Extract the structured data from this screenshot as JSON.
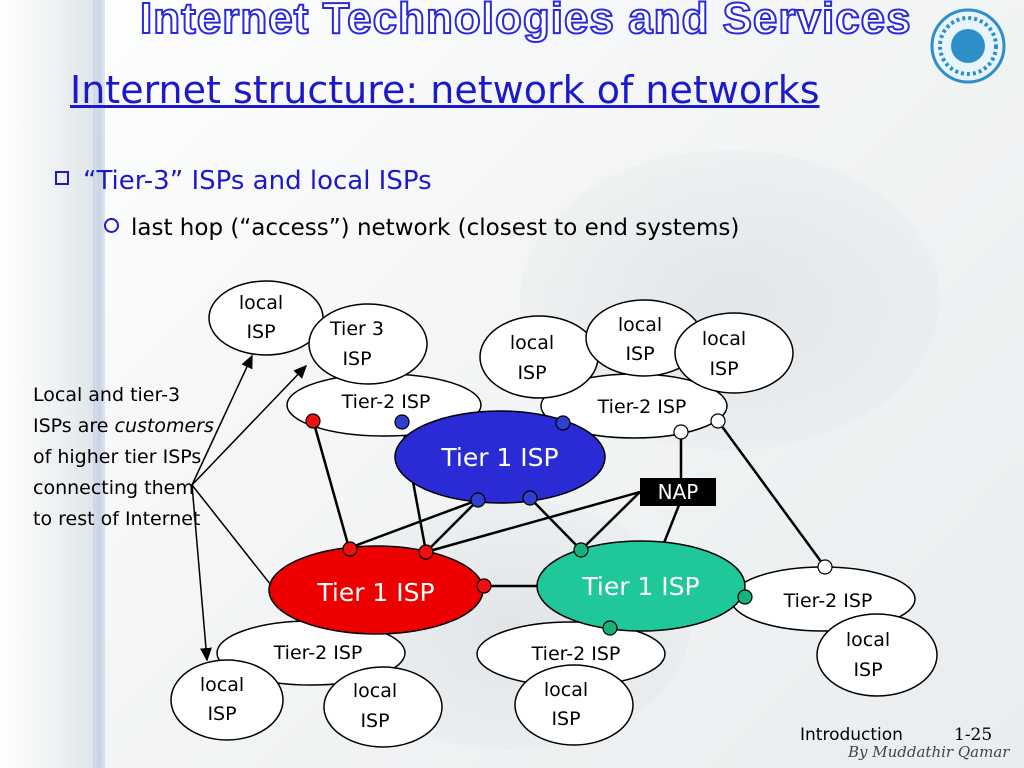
{
  "header": {
    "course_title": "Internet Technologies and Services"
  },
  "slide": {
    "title": "Internet structure: network of networks",
    "bullet": "“Tier-3” ISPs and local ISPs",
    "sub_bullet": "last hop (“access”) network (closest to end systems)"
  },
  "note": {
    "line1": "Local and tier-3 ISPs are",
    "emphasis": "customers",
    "line2": "of higher tier ISPs connecting them to rest of Internet"
  },
  "diagram": {
    "nodes": {
      "local_top": [
        "local",
        "ISP"
      ],
      "tier3": [
        "Tier 3",
        "ISP"
      ],
      "local_mid_left": [
        "local",
        "ISP"
      ],
      "local_mid_center": [
        "local",
        "ISP"
      ],
      "local_mid_right": [
        "local",
        "ISP"
      ],
      "tier2_left_top": "Tier-2 ISP",
      "tier2_right_top": "Tier-2 ISP",
      "tier1_blue": "Tier 1 ISP",
      "nap": "NAP",
      "tier1_red": "Tier 1 ISP",
      "tier1_green": "Tier 1 ISP",
      "tier2_right_bottom": "Tier-2 ISP",
      "local_right_bottom": [
        "local",
        "ISP"
      ],
      "tier2_left_bottom": "Tier-2 ISP",
      "tier2_center_bottom": "Tier-2 ISP",
      "local_bottom_1": [
        "local",
        "ISP"
      ],
      "local_bottom_2": [
        "local",
        "ISP"
      ],
      "local_bottom_3": [
        "local",
        "ISP"
      ]
    },
    "colors": {
      "tier1_blue": "#2b2bd6",
      "tier1_red": "#ee0000",
      "tier1_green": "#1fc79a",
      "nap": "#000000",
      "router_blue": "#2f3fd0",
      "router_red": "#ee1111",
      "router_green": "#19b07a"
    }
  },
  "footer": {
    "section": "Introduction",
    "page": "1-25",
    "signature": "By Muddathir Qamar"
  }
}
